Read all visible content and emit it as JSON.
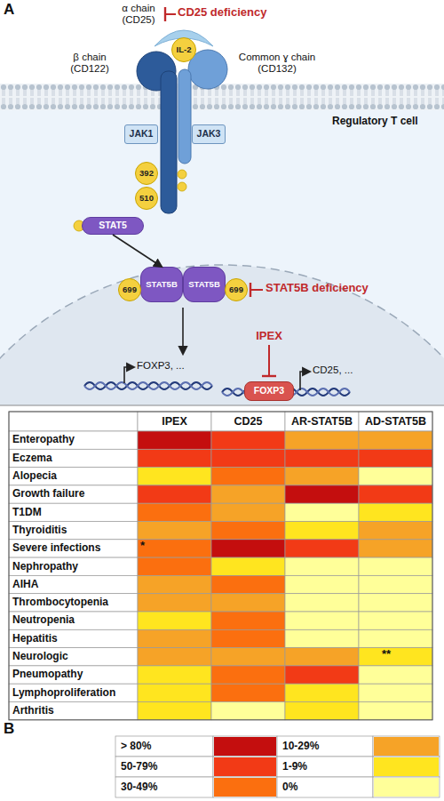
{
  "diagram": {
    "nodes": [
      {
        "text": [
          "IL-2"
        ]
      },
      {
        "text": [
          "JAK1"
        ]
      },
      {
        "text": [
          "JAK3"
        ]
      },
      {
        "text": [
          "392"
        ]
      },
      {
        "text": [
          "510"
        ]
      },
      {
        "text": [
          "STAT5"
        ]
      },
      {
        "text": [
          "STAT5B"
        ]
      },
      {
        "text": [
          "STAT5B"
        ]
      },
      {
        "text": [
          "699"
        ]
      },
      {
        "text": [
          "699"
        ]
      },
      {
        "text": [
          "FOXP3"
        ]
      }
    ],
    "edges": [
      {
        "from": 5,
        "to": 6,
        "arrow": "to"
      }
    ],
    "labels": [
      "A",
      "α chain (CD25)",
      "CD25 deficiency",
      "β chain (CD122)",
      "Common ɣ chain (CD132)",
      "Regulatory T cell",
      "STAT5B deficiency",
      "IPEX",
      "FOXP3, ...",
      "CD25, ...",
      "IPEX",
      "CD25",
      "AR-STAT5B",
      "AD-STAT5B",
      "Enteropathy",
      "Eczema",
      "Alopecia",
      "Growth failure",
      "T1DM",
      "Thyroiditis",
      "Severe infections",
      "Nephropathy",
      "AIHA",
      "Thrombocytopenia",
      "Neutropenia",
      "Hepatitis",
      "Neurologic",
      "Pneumopathy",
      "Lymphoproliferation",
      "Arthritis",
      "*",
      "**",
      "B"
    ],
    "legend": [
      {
        "text": "> 80%",
        "color": "#c40e0e"
      },
      {
        "text": "10-29%",
        "color": "#f6a327"
      },
      {
        "text": "50-79%",
        "color": "#f23a16"
      },
      {
        "text": "1-9%",
        "color": "#ffe51f"
      },
      {
        "text": "30-49%",
        "color": "#fb6f0f"
      },
      {
        "text": "0%",
        "color": "#ffff99"
      }
    ]
  }
}
